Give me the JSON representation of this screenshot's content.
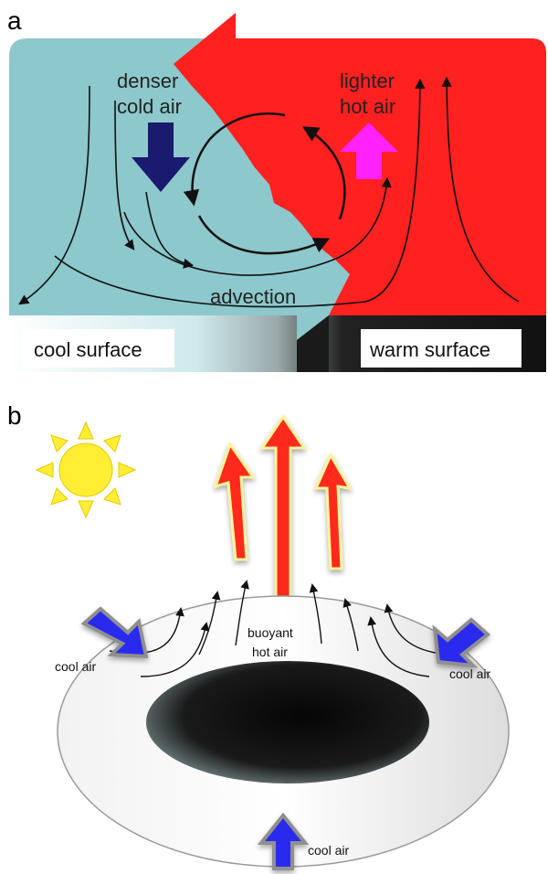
{
  "panel_a": {
    "letter": "a",
    "denser_line1": "denser",
    "denser_line2": "cold air",
    "lighter_line1": "lighter",
    "lighter_line2": "hot air",
    "advection": "advection",
    "cool_surface": "cool surface",
    "warm_surface": "warm surface",
    "colors": {
      "cold_region": "#8cc8cc",
      "warm_region": "#ff2020",
      "cold_arrow": "#1a1a6e",
      "hot_arrow": "#ff22ff"
    }
  },
  "panel_b": {
    "letter": "b",
    "buoyant_line1": "buoyant",
    "buoyant_line2": "hot air",
    "cool_air_left": "cool air",
    "cool_air_right": "cool air",
    "cool_air_bottom": "cool air",
    "colors": {
      "sun": "#ffee33",
      "hot_arrow": "#ff2a1a",
      "cool_arrow": "#2a2aee"
    }
  }
}
